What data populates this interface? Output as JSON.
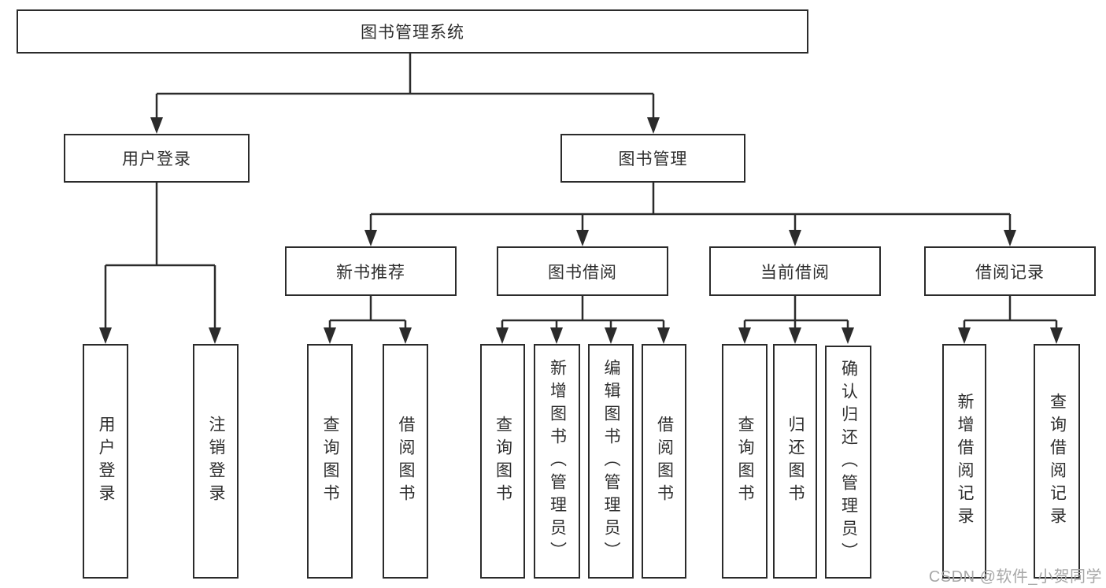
{
  "title": "图书管理系统",
  "watermark": "CSDN @软件_小贺同学",
  "colors": {
    "line": "#2b2b2b",
    "text": "#2e2e2e",
    "watermark": "#a7a7a7",
    "background": "#ffffff"
  },
  "tree": {
    "root": {
      "label": "图书管理系统",
      "children": [
        {
          "label": "用户登录",
          "children": [
            {
              "label": "用户登录"
            },
            {
              "label": "注销登录"
            }
          ]
        },
        {
          "label": "图书管理",
          "children": [
            {
              "label": "新书推荐",
              "children": [
                {
                  "label": "查询图书"
                },
                {
                  "label": "借阅图书"
                }
              ]
            },
            {
              "label": "图书借阅",
              "children": [
                {
                  "label": "查询图书"
                },
                {
                  "label": "新增图书（管理员）"
                },
                {
                  "label": "编辑图书（管理员）"
                },
                {
                  "label": "借阅图书"
                }
              ]
            },
            {
              "label": "当前借阅",
              "children": [
                {
                  "label": "查询图书"
                },
                {
                  "label": "归还图书"
                },
                {
                  "label": "确认归还（管理员）"
                }
              ]
            },
            {
              "label": "借阅记录",
              "children": [
                {
                  "label": "新增借阅记录"
                },
                {
                  "label": "查询借阅记录"
                }
              ]
            }
          ]
        }
      ]
    }
  }
}
